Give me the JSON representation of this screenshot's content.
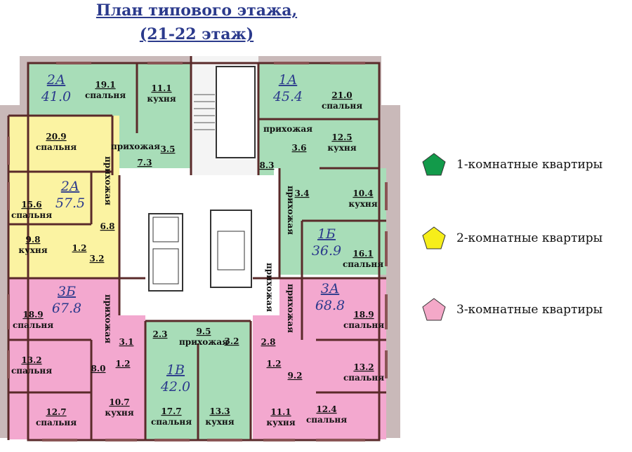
{
  "title": {
    "line1": "План типового этажа,",
    "line2": "(21-22 этаж)"
  },
  "colors": {
    "one_room": "#1a8a4a",
    "two_room": "#f2ea2a",
    "three_room": "#f3a8c8",
    "green_fill": "#a8ddb8",
    "yellow_fill": "#fbf3a2",
    "pink_fill": "#f3a8cf",
    "wall": "#5a2a2a",
    "title": "#2b3a8c"
  },
  "legend": [
    {
      "label": "1-комнатные квартиры",
      "color": "#129a4a",
      "icon": "pentagon-icon"
    },
    {
      "label": "2-комнатные квартиры",
      "color": "#f6ee1a",
      "icon": "pentagon-icon"
    },
    {
      "label": "3-комнатные квартиры",
      "color": "#f4a8c8",
      "icon": "pentagon-icon"
    }
  ],
  "apartments": [
    {
      "code": "2А",
      "area": "41.0"
    },
    {
      "code": "1А",
      "area": "45.4"
    },
    {
      "code": "2А",
      "area": "57.5"
    },
    {
      "code": "1Б",
      "area": "36.9"
    },
    {
      "code": "3Б",
      "area": "67.8"
    },
    {
      "code": "3А",
      "area": "68.8"
    },
    {
      "code": "1В",
      "area": "42.0"
    }
  ],
  "rooms": [
    {
      "area": "19.1",
      "name": "спальня"
    },
    {
      "area": "11.1",
      "name": "кухня"
    },
    {
      "area": "3.5",
      "name": ""
    },
    {
      "area": "7.3",
      "name": ""
    },
    {
      "area": "",
      "name": "прихожая"
    },
    {
      "area": "21.0",
      "name": "спальня"
    },
    {
      "area": "",
      "name": "прихожая"
    },
    {
      "area": "12.5",
      "name": "кухня"
    },
    {
      "area": "3.6",
      "name": ""
    },
    {
      "area": "8.3",
      "name": ""
    },
    {
      "area": "10.4",
      "name": "кухня"
    },
    {
      "area": "3.4",
      "name": ""
    },
    {
      "area": "20.9",
      "name": "спальня"
    },
    {
      "area": "15.6",
      "name": "спальня"
    },
    {
      "area": "6.8",
      "name": ""
    },
    {
      "area": "9.8",
      "name": "кухня"
    },
    {
      "area": "1.2",
      "name": ""
    },
    {
      "area": "3.2",
      "name": ""
    },
    {
      "area": "16.1",
      "name": "спальня"
    },
    {
      "area": "18.9",
      "name": "спальня"
    },
    {
      "area": "3.1",
      "name": ""
    },
    {
      "area": "13.2",
      "name": "спальня"
    },
    {
      "area": "8.0",
      "name": ""
    },
    {
      "area": "1.2",
      "name": ""
    },
    {
      "area": "12.7",
      "name": "спальня"
    },
    {
      "area": "10.7",
      "name": "кухня"
    },
    {
      "area": "2.3",
      "name": ""
    },
    {
      "area": "9.5",
      "name": "прихожая"
    },
    {
      "area": "3.2",
      "name": ""
    },
    {
      "area": "17.7",
      "name": "спальня"
    },
    {
      "area": "13.3",
      "name": "кухня"
    },
    {
      "area": "2.8",
      "name": ""
    },
    {
      "area": "18.9",
      "name": "спальня"
    },
    {
      "area": "13.2",
      "name": "спальня"
    },
    {
      "area": "1.2",
      "name": ""
    },
    {
      "area": "9.2",
      "name": ""
    },
    {
      "area": "11.1",
      "name": "кухня"
    },
    {
      "area": "12.4",
      "name": "спальня"
    }
  ],
  "vertical_labels": [
    "прихожая",
    "прихожая",
    "прихожая",
    "прихожая",
    "прихожая"
  ]
}
